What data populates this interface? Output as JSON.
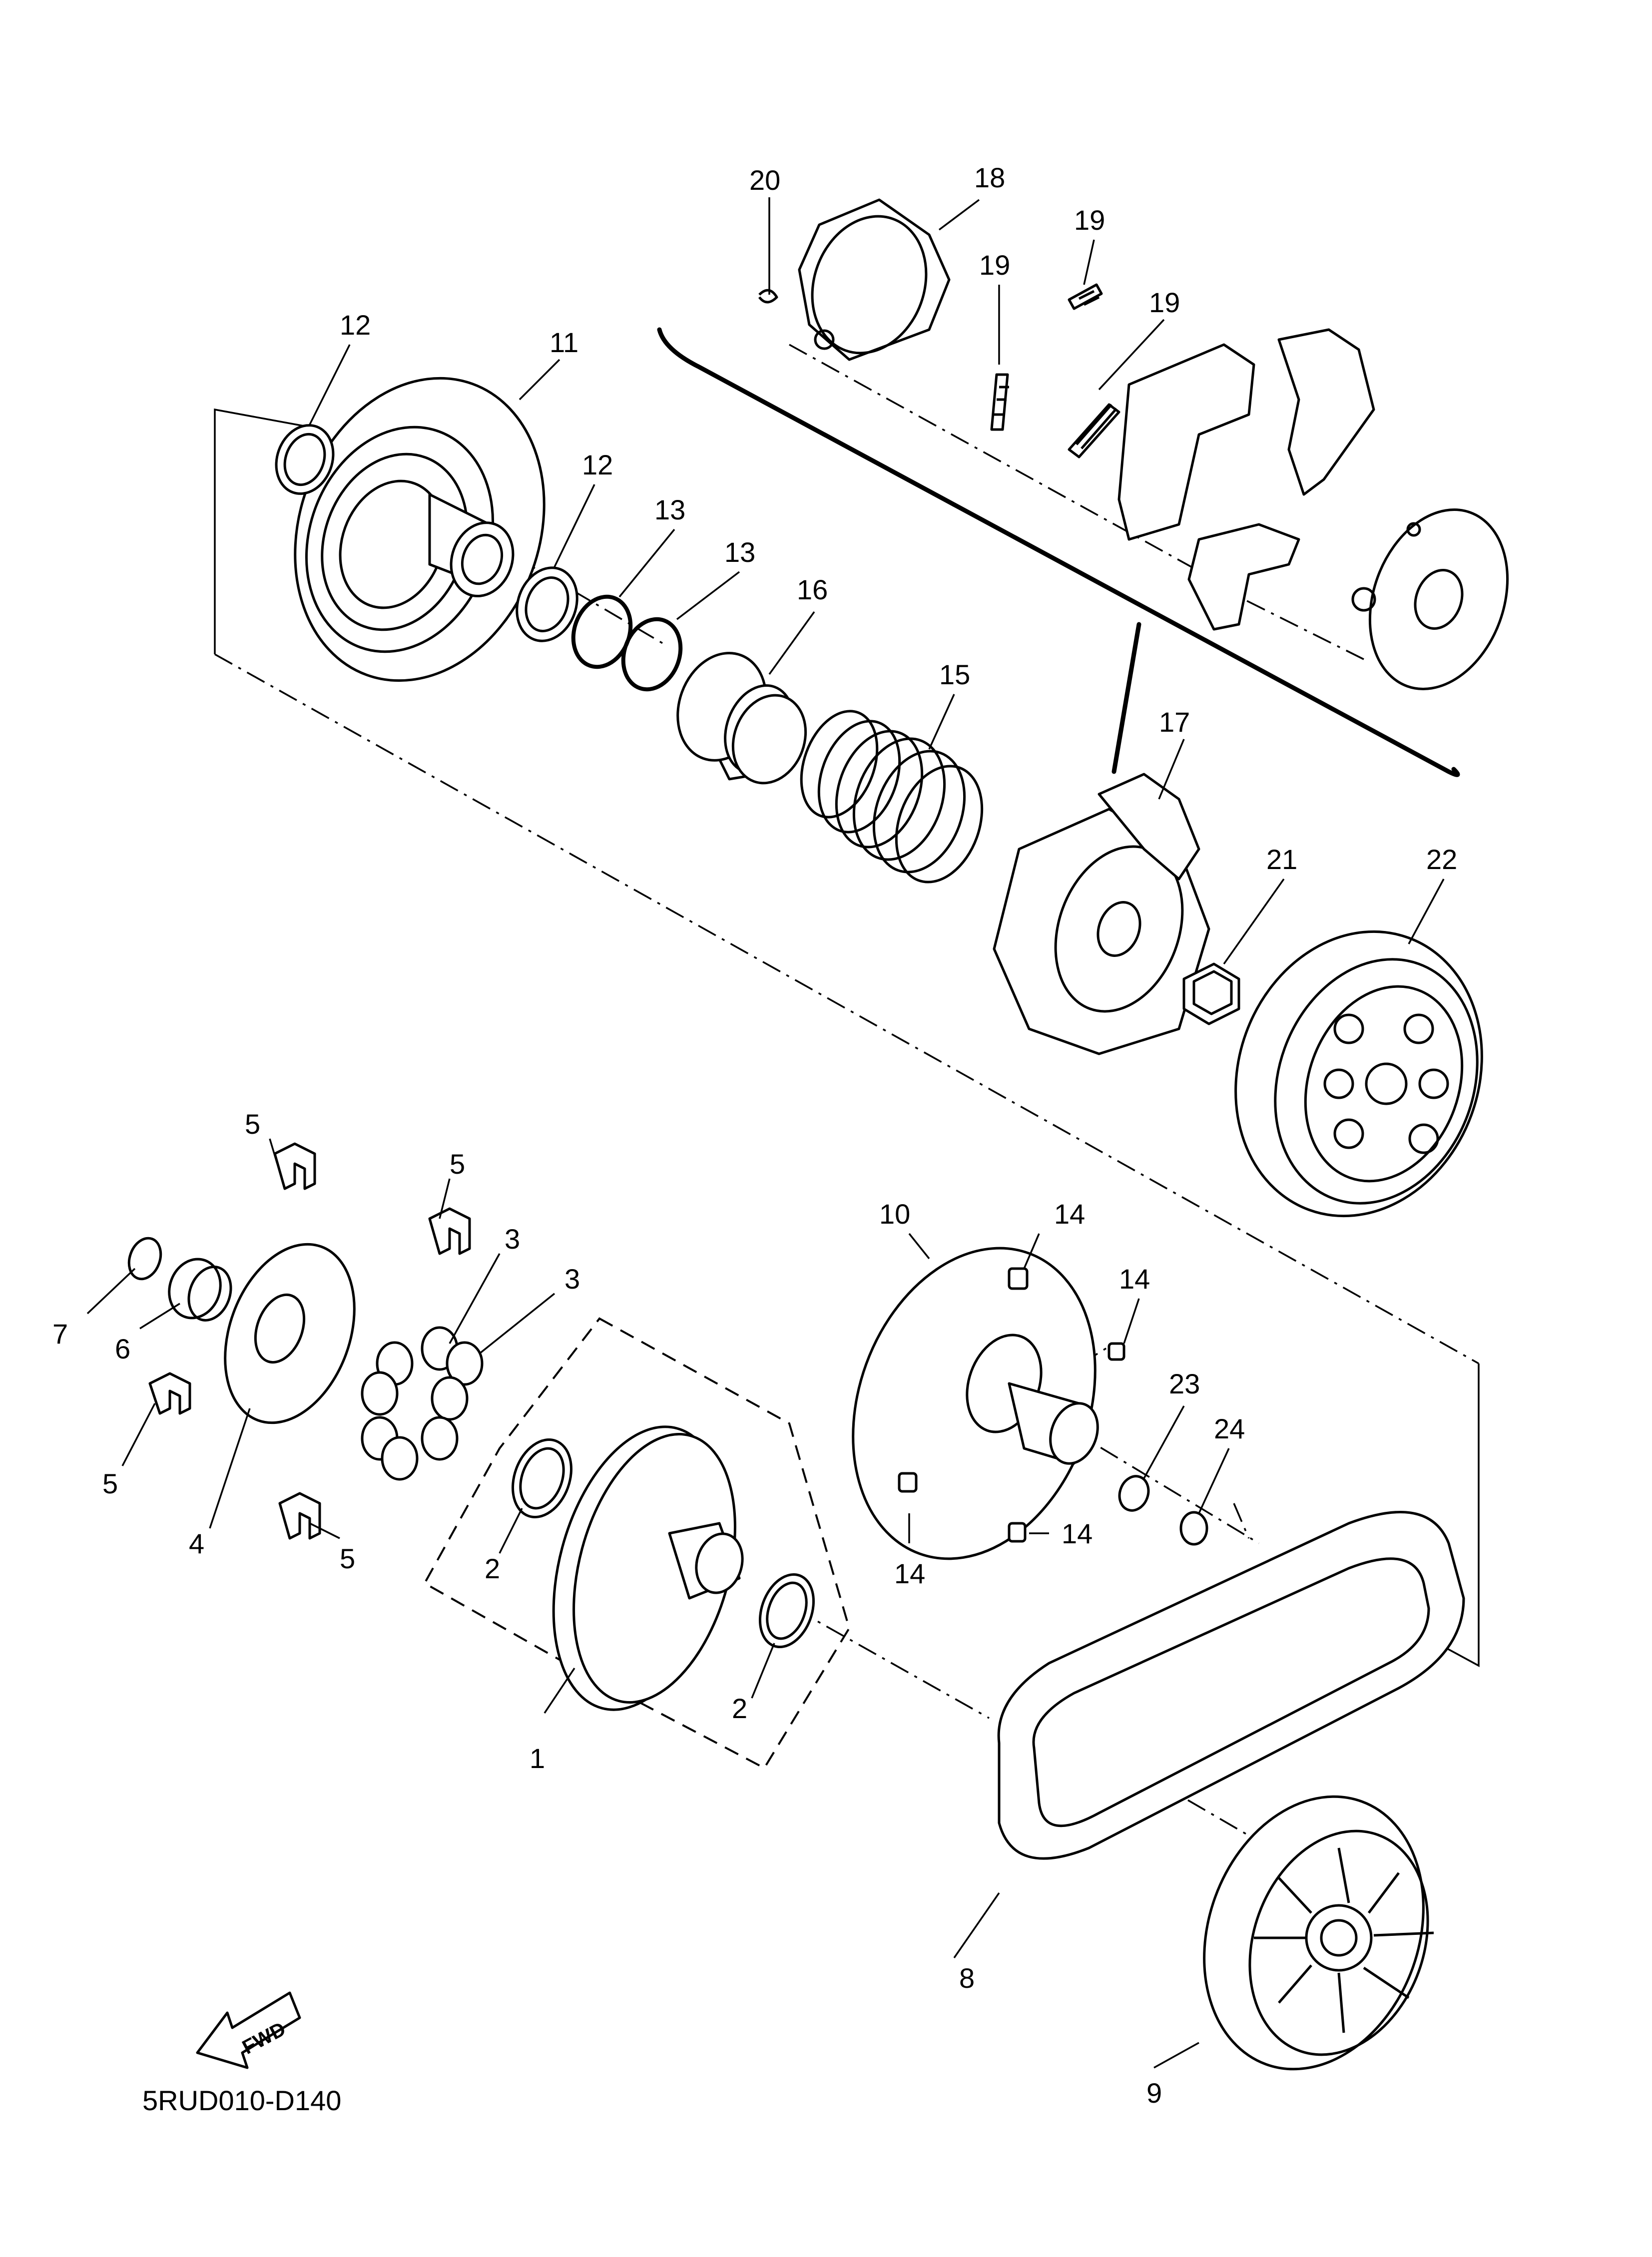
{
  "diagram": {
    "code": "5RUD010-D140",
    "fwd_label": "FWD",
    "callouts": [
      "1",
      "2",
      "2",
      "3",
      "3",
      "4",
      "5",
      "5",
      "5",
      "5",
      "6",
      "7",
      "8",
      "9",
      "10",
      "11",
      "12",
      "12",
      "13",
      "13",
      "14",
      "14",
      "14",
      "14",
      "15",
      "16",
      "17",
      "18",
      "19",
      "19",
      "19",
      "20",
      "21",
      "22",
      "23",
      "24"
    ]
  }
}
